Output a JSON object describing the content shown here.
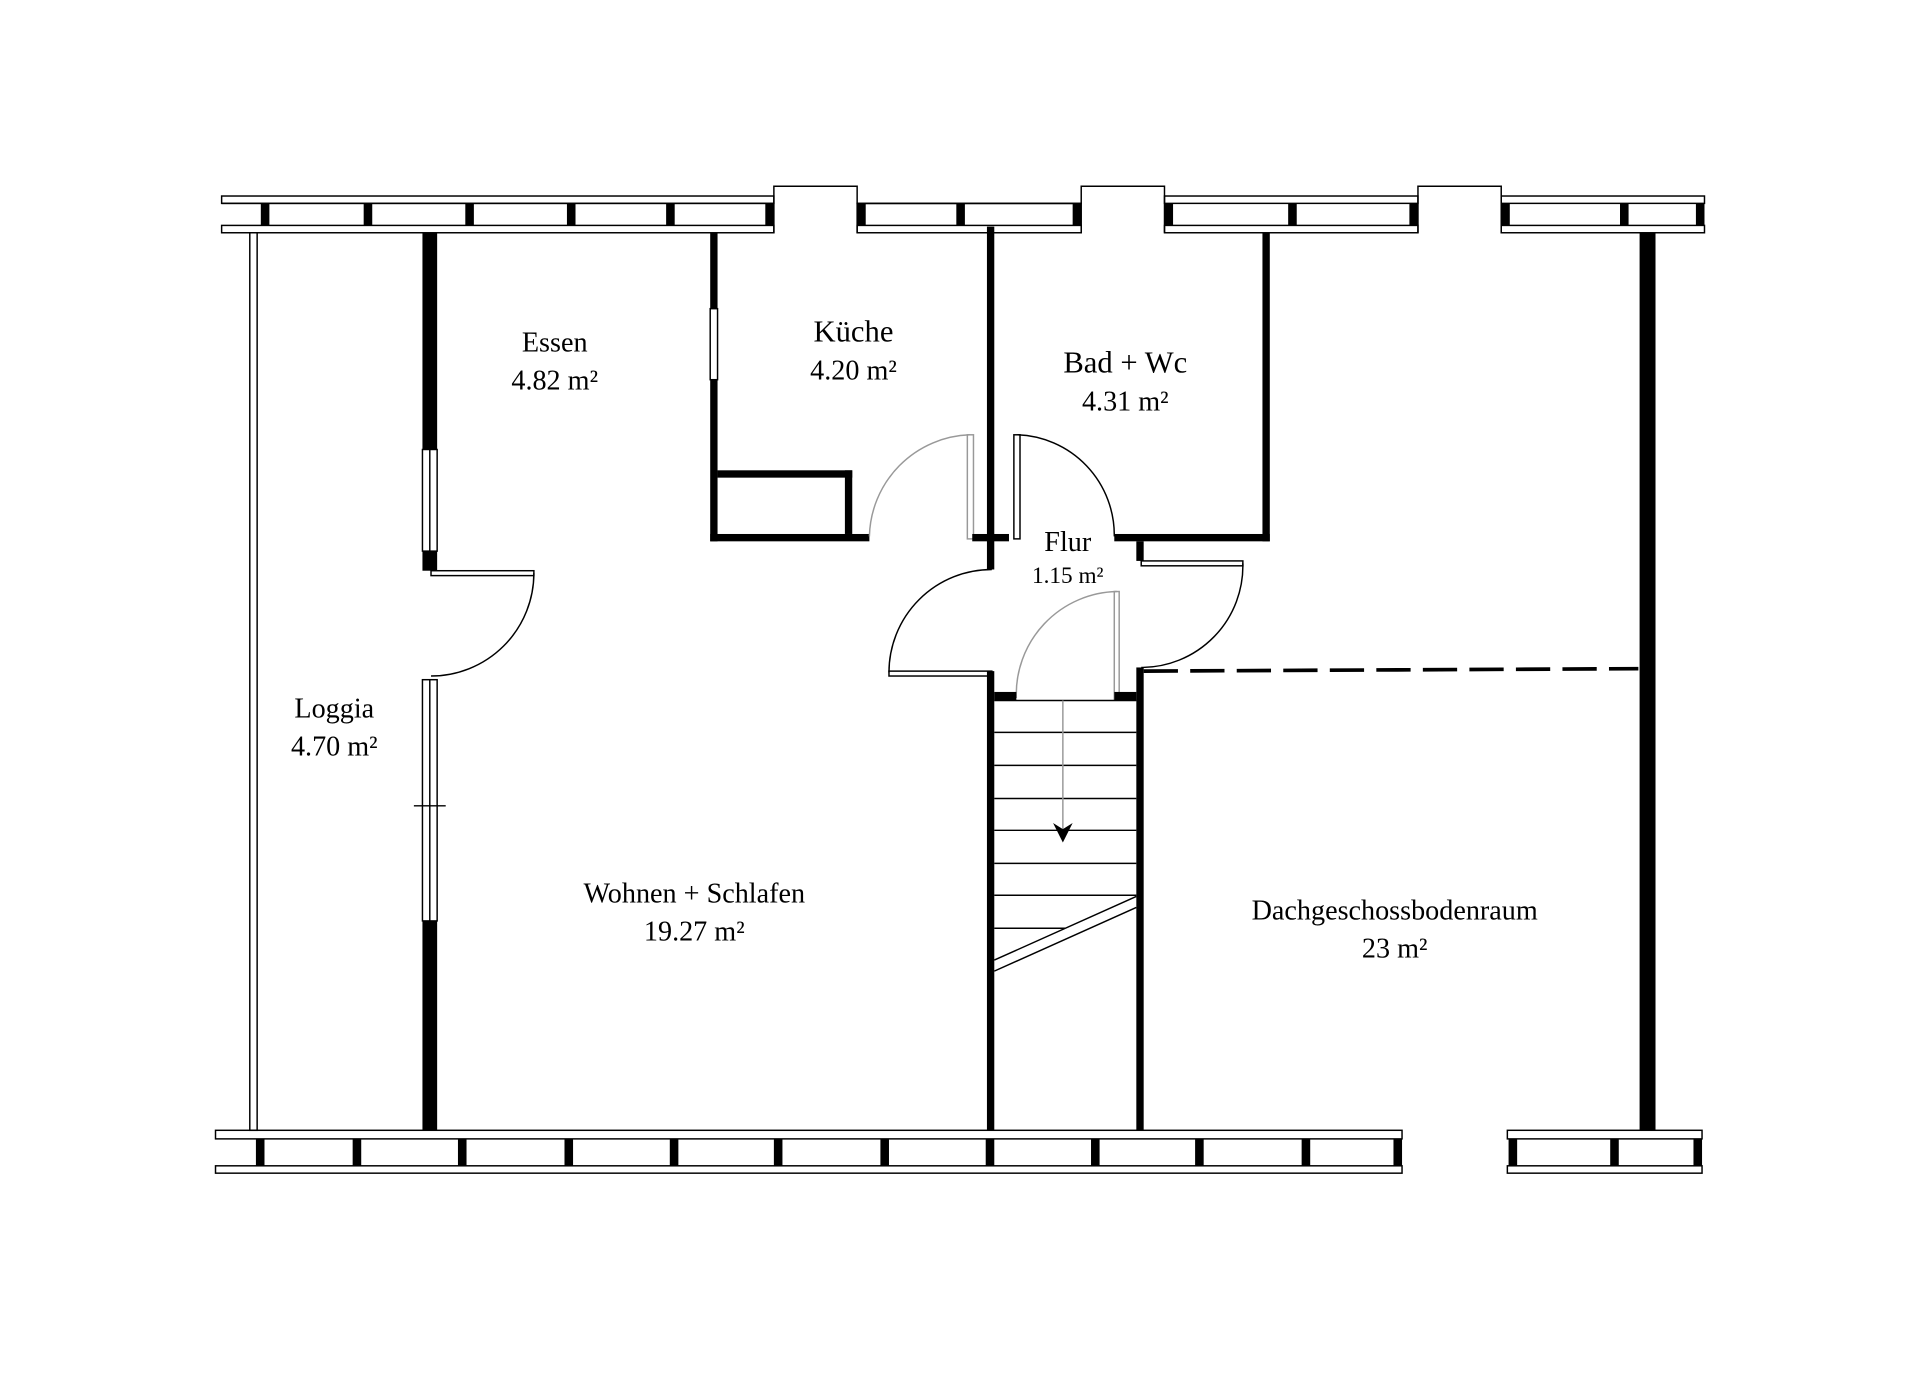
{
  "rooms": {
    "essen": {
      "name": "Essen",
      "area": "4.82 m²"
    },
    "kueche": {
      "name": "Küche",
      "area": "4.20 m²"
    },
    "bad": {
      "name": "Bad + Wc",
      "area": "4.31 m²"
    },
    "flur": {
      "name": "Flur",
      "area": "1.15 m²"
    },
    "loggia": {
      "name": "Loggia",
      "area": "4.70 m²"
    },
    "wohnen": {
      "name": "Wohnen + Schlafen",
      "area": "19.27 m²"
    },
    "dachboden": {
      "name": "Dachgeschossbodenraum",
      "area": "23 m²"
    }
  },
  "colors": {
    "wall": "#000000",
    "background": "#ffffff",
    "door_swing_light": "#999999"
  }
}
